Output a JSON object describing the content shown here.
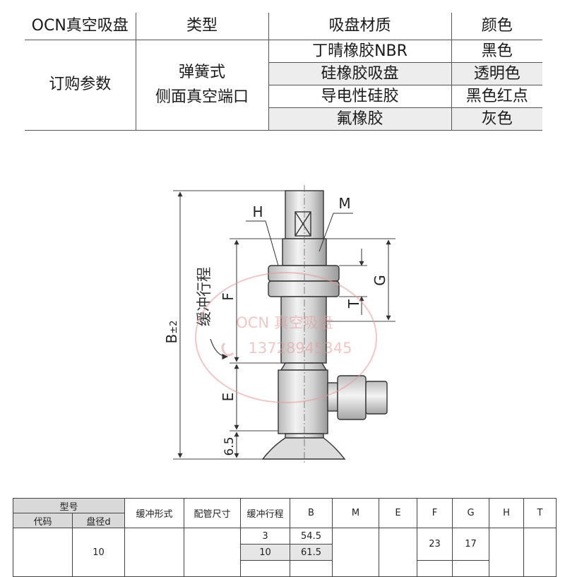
{
  "order_table": {
    "headers": [
      "OCN真空吸盘",
      "类型",
      "吸盘材质",
      "颜色"
    ],
    "param_label": "订购参数",
    "type_line1": "弹簧式",
    "type_line2": "侧面真空端口",
    "rows": [
      {
        "material": "丁晴橡胶NBR",
        "color": "黑色"
      },
      {
        "material": "硅橡胶吸盘",
        "color": "透明色"
      },
      {
        "material": "导电性硅胶",
        "color": "黑色红点"
      },
      {
        "material": "氟橡胶",
        "color": "灰色"
      }
    ]
  },
  "drawing": {
    "labels": {
      "h": "H",
      "m": "M",
      "g": "G",
      "t": "T",
      "f": "F",
      "e": "E",
      "b": "B",
      "b_tol": "±2",
      "dim_65": "6.5",
      "stroke": "缓冲行程"
    },
    "watermark_brand": "OCN 真空吸盘",
    "watermark_phone": "13728945345"
  },
  "spec_table": {
    "group_header": "型号",
    "sub_headers": [
      "代码",
      "盘径d"
    ],
    "headers": [
      "缓冲形式",
      "配管尺寸",
      "缓冲行程",
      "B",
      "M",
      "E",
      "F",
      "G",
      "H",
      "T"
    ],
    "diameter": "10",
    "rows": [
      {
        "stroke": "3",
        "b": "54.5"
      },
      {
        "stroke": "10",
        "b": "61.5"
      }
    ],
    "f_value": "23",
    "g_value": "17"
  }
}
